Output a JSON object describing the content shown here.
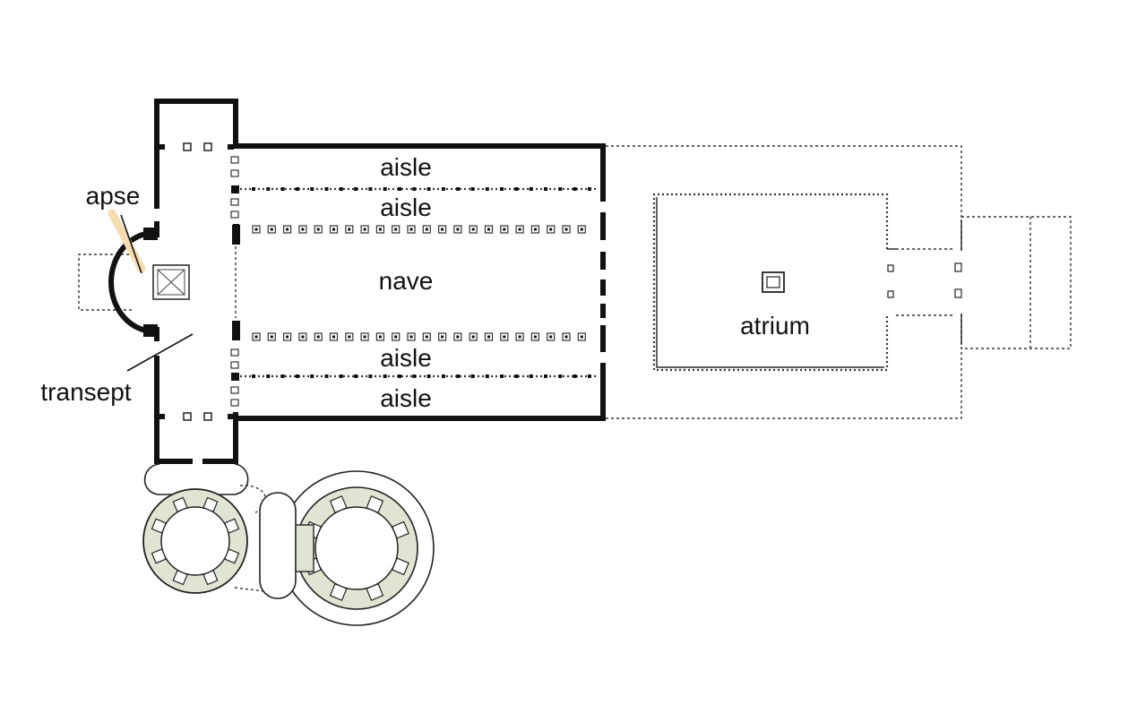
{
  "labels": {
    "apse": "apse",
    "transept": "transept",
    "aisle": "aisle",
    "nave": "nave",
    "atrium": "atrium"
  },
  "colors": {
    "wall": "#111111",
    "highlight": "#f5dcb0",
    "rotunda_fill": "#dfe5d2",
    "background": "#ffffff"
  }
}
